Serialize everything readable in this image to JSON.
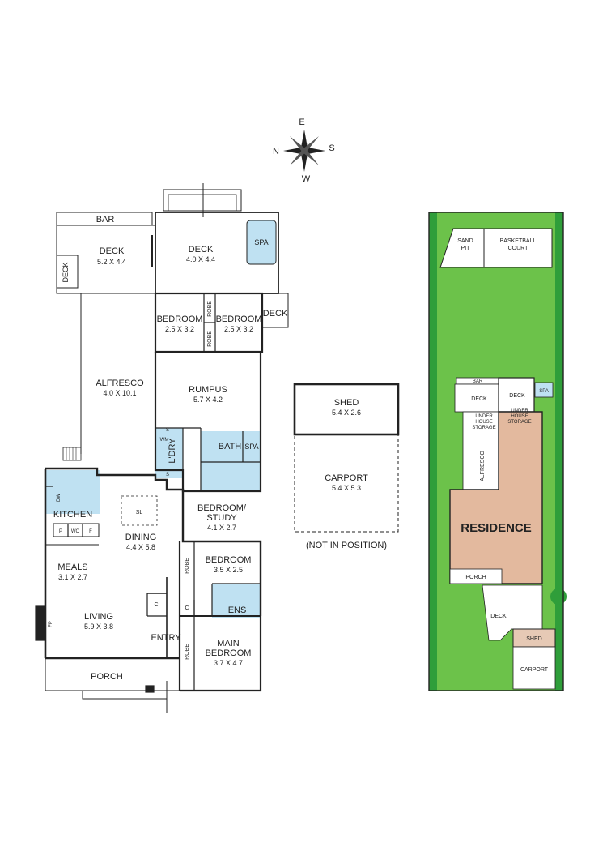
{
  "compass": {
    "n": "N",
    "e": "E",
    "s": "S",
    "w": "W"
  },
  "floor_plan": {
    "bar": "BAR",
    "deck_left": {
      "name": "DECK",
      "size": "5.2 X 4.4"
    },
    "deck_side": "DECK",
    "deck_centre": {
      "name": "DECK",
      "size": "4.0 X 4.4"
    },
    "spa": "SPA",
    "deck_small": "DECK",
    "bedroom_1": {
      "name": "BEDROOM",
      "size": "2.5 X 3.2"
    },
    "bedroom_2": {
      "name": "BEDROOM",
      "size": "2.5 X 3.2"
    },
    "robe": "ROBE",
    "alfresco": {
      "name": "ALFRESCO",
      "size": "4.0 X 10.1"
    },
    "rumpus": {
      "name": "RUMPUS",
      "size": "5.7 X 4.2"
    },
    "laundry": "L'DRY",
    "wm": "WM",
    "s": "S",
    "bath": "BATH",
    "bath_spa": "SPA",
    "kitchen": "KITCHEN",
    "dw": "DW",
    "p": "P",
    "wo": "WO",
    "f": "F",
    "sl": "SL",
    "dining": {
      "name": "DINING",
      "size": "4.4 X 5.8"
    },
    "study": {
      "name": "BEDROOM/",
      "name2": "STUDY",
      "size": "4.1 X 2.7"
    },
    "meals": {
      "name": "MEALS",
      "size": "3.1 X 2.7"
    },
    "bedroom_3": {
      "name": "BEDROOM",
      "size": "3.5 X 2.5"
    },
    "c": "C",
    "ens": "ENS",
    "fp": "FP",
    "living": {
      "name": "LIVING",
      "size": "5.9 X 3.8"
    },
    "entry": "ENTRY",
    "main_bedroom": {
      "name": "MAIN",
      "name2": "BEDROOM",
      "size": "3.7 X 4.7"
    },
    "porch": "PORCH"
  },
  "outbuilding": {
    "shed": {
      "name": "SHED",
      "size": "5.4 X 2.6"
    },
    "carport": {
      "name": "CARPORT",
      "size": "5.4 X 5.3"
    },
    "note": "(NOT IN POSITION)"
  },
  "site_plan": {
    "sand_pit_1": "SAND",
    "sand_pit_2": "PIT",
    "basketball_1": "BASKETBALL",
    "basketball_2": "COURT",
    "bar": "BAR",
    "deck_1": "DECK",
    "deck_2": "DECK",
    "spa": "SPA",
    "under_house_storage_left": [
      "UNDER",
      "HOUSE",
      "STORAGE"
    ],
    "under_house_storage_right": [
      "UNDER",
      "HOUSE",
      "STORAGE"
    ],
    "alfresco": "ALFRESCO",
    "residence": "RESIDENCE",
    "porch": "PORCH",
    "deck_front": "DECK",
    "shed": "SHED",
    "carport": "CARPORT"
  },
  "colors": {
    "wet_area": "#bfe1f2",
    "lawn": "#6cc24a",
    "hedge": "#2f9e3a",
    "residence": "#e3b99e",
    "shed": "#e6c9b5"
  }
}
